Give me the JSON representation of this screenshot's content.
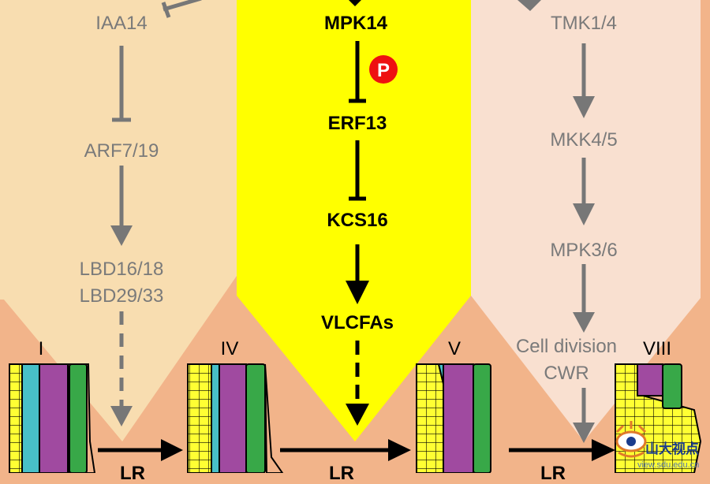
{
  "left_pathway": {
    "nodes": [
      "IAA14",
      "ARF7/19",
      "LBD16/18",
      "LBD29/33"
    ]
  },
  "middle_pathway": {
    "nodes": [
      "MPK14",
      "ERF13",
      "KCS16",
      "VLCFAs"
    ],
    "phospho_badge": "P"
  },
  "right_pathway": {
    "nodes": [
      "TMK1/4",
      "MKK4/5",
      "MPK3/6",
      "Cell division",
      "CWR"
    ]
  },
  "stages": [
    "I",
    "IV",
    "V",
    "VIII"
  ],
  "transitions": [
    "LR",
    "LR",
    "LR"
  ],
  "watermark": {
    "text_cn": "山大视点",
    "url": "view.sdu.edu.cn"
  },
  "colors": {
    "left_panel": "#f8ddb0",
    "middle_panel": "#ffff00",
    "right_panel": "#f9e0d0",
    "background": "#f2b48a",
    "grey_arrow": "#777777",
    "phospho": "#ee1111",
    "endodermis": "#48c0c8",
    "cortex": "#a04aa0",
    "epidermis": "#38a848",
    "pericycle_cells": "#ffff33"
  }
}
